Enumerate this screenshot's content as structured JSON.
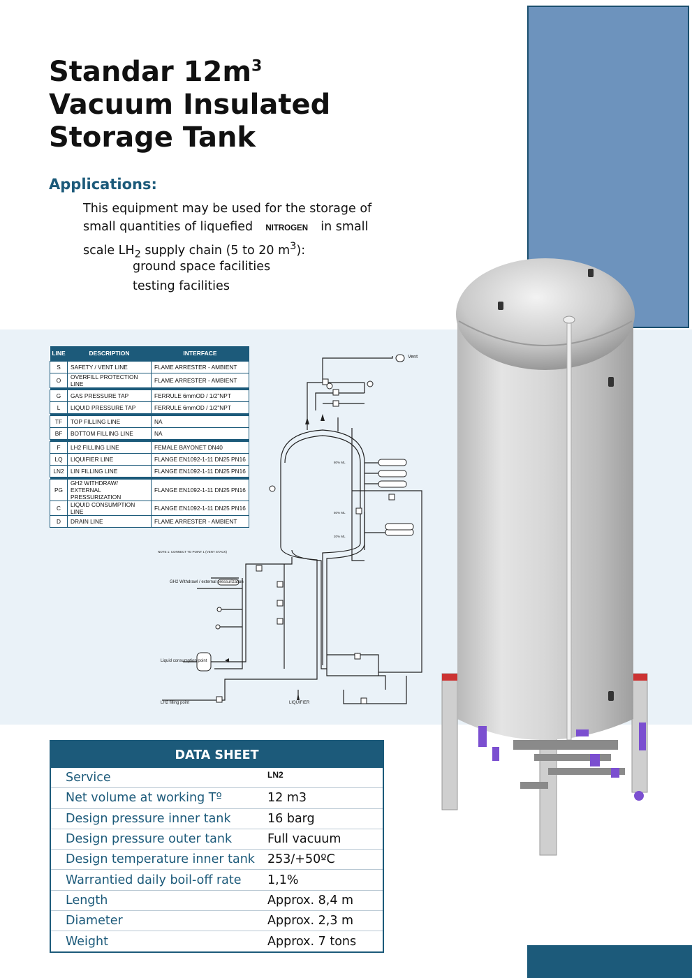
{
  "title": {
    "line1": "Standar 12m",
    "sup": "3",
    "line2": "Vacuum Insulated",
    "line3": "Storage Tank"
  },
  "applications": {
    "heading": "Applications:",
    "text1": "This equipment may be used for the storage of small quantities of liquefied",
    "gas": "NITROGEN",
    "text2": "in small scale LH",
    "sub": "2",
    "text3": " supply chain (5 to 20 m",
    "sup": "3",
    "text4": "):",
    "bullets": [
      "ground space facilities",
      "testing facilities"
    ]
  },
  "line_table": {
    "headers": [
      "LINE",
      "DESCRIPTION",
      "INTERFACE"
    ],
    "rows": [
      [
        "S",
        "SAFETY / VENT LINE",
        "FLAME ARRESTER - AMBIENT"
      ],
      [
        "O",
        "OVERFILL PROTECTION LINE",
        "FLAME ARRESTER - AMBIENT"
      ],
      [
        "G",
        "GAS PRESSURE TAP",
        "FERRULE 6mmOD / 1/2\"NPT"
      ],
      [
        "L",
        "LIQUID PRESSURE TAP",
        "FERRULE 6mmOD / 1/2\"NPT"
      ],
      [
        "TF",
        "TOP FILLING LINE",
        "NA"
      ],
      [
        "BF",
        "BOTTOM FILLING LINE",
        "NA"
      ],
      [
        "F",
        "LH2 FILLING LINE",
        "FEMALE BAYONET DN40"
      ],
      [
        "LQ",
        "LIQUIFIER LINE",
        "FLANGE EN1092-1-11 DN25 PN16"
      ],
      [
        "LN2",
        "LIN FILLING LINE",
        "FLANGE EN1092-1-11 DN25 PN16"
      ],
      [
        "PG",
        "GH2 WITHDRAW/ EXTERNAL PRESSURIZATION",
        "FLANGE EN1092-1-11 DN25 PN16"
      ],
      [
        "C",
        "LIQUID CONSUMPTION LINE",
        "FLANGE EN1092-1-11 DN25 PN16"
      ],
      [
        "D",
        "DRAIN LINE",
        "FLAME ARRESTER - AMBIENT"
      ]
    ]
  },
  "diagram": {
    "vent": "Vent",
    "note": "NOTE 1: CONNECT TO POINT 1 (VENT STACK)",
    "gh2": "GH2 Withdrawl / external pressurization",
    "liquid": "Liquid consumption point",
    "lh2": "LH2 filling point",
    "liquifier": "LIQUIFIER",
    "ml80": "80% ML",
    "ml50": "50% ML",
    "ml20": "20% ML"
  },
  "data_sheet": {
    "heading": "DATA SHEET",
    "rows": [
      {
        "label": "Service",
        "value": "LN2"
      },
      {
        "label": "Net volume at working Tº",
        "value": "12 m3"
      },
      {
        "label": "Design pressure inner tank",
        "value": "16 barg"
      },
      {
        "label": "Design pressure outer tank",
        "value": "Full vacuum"
      },
      {
        "label": "Design temperature inner tank",
        "value": "253/+50ºC"
      },
      {
        "label": "Warrantied daily boil-off rate",
        "value": "1,1%"
      },
      {
        "label": "Length",
        "value": "Approx. 8,4 m"
      },
      {
        "label": "Diameter",
        "value": "Approx. 2,3 m"
      },
      {
        "label": "Weight",
        "value": "Approx. 7 tons"
      }
    ]
  },
  "colors": {
    "brand": "#1c5a7a",
    "accent_block": "#6d93bd",
    "band": "#eaf2f8"
  }
}
